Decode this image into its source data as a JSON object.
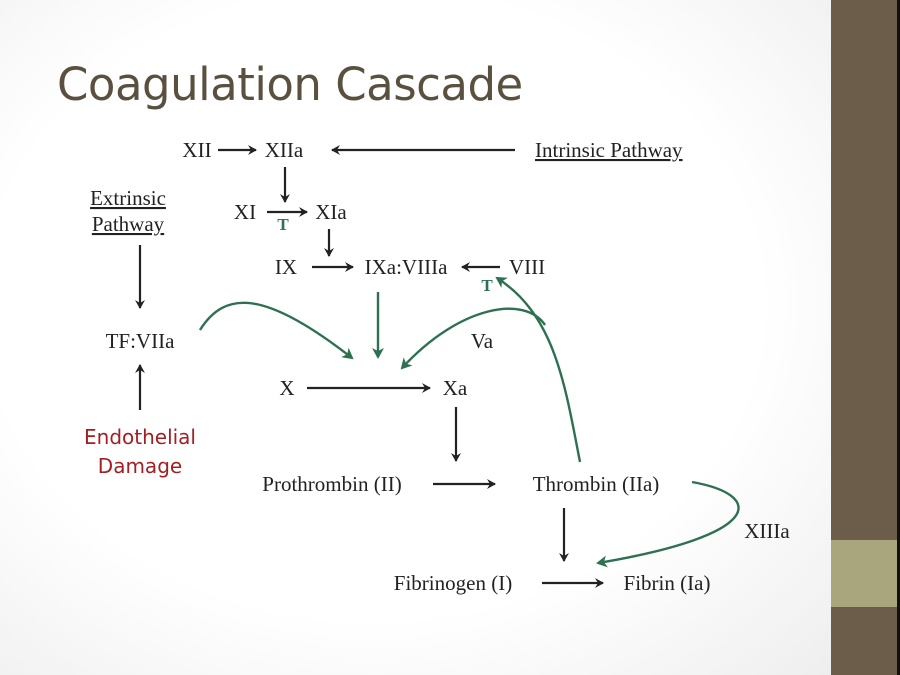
{
  "title": "Coagulation Cascade",
  "nodes": {
    "xii": "XII",
    "xiia": "XIIa",
    "intrinsic": "Intrinsic Pathway",
    "extrinsic_1": "Extrinsic",
    "extrinsic_2": "Pathway",
    "xi": "XI",
    "xia": "XIa",
    "t1": "T",
    "ix": "IX",
    "ixa_viiia": "IXa:VIIIa",
    "viii": "VIII",
    "t2": "T",
    "tf_viia": "TF:VIIa",
    "va": "Va",
    "x": "X",
    "xa": "Xa",
    "endothelial_1": "Endothelial",
    "endothelial_2": "Damage",
    "prothrombin": "Prothrombin (II)",
    "thrombin": "Thrombin (IIa)",
    "xiiia": "XIIIa",
    "fibrinogen": "Fibrinogen (I)",
    "fibrin": "Fibrin (Ia)"
  },
  "colors": {
    "green": "#2e7150",
    "red": "#a31f24",
    "title": "#5a5040",
    "sidebar": "#6b5d4a",
    "sidebar_accent": "#a9a57c"
  }
}
